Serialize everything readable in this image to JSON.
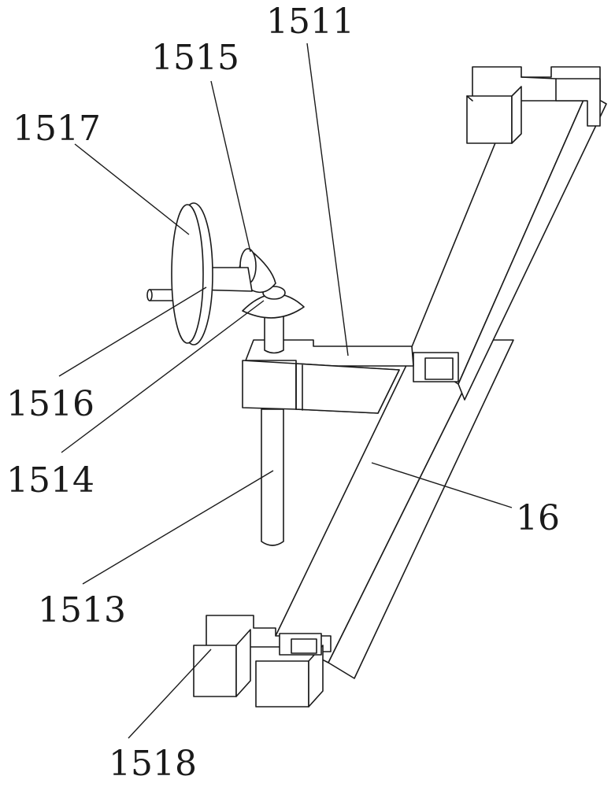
{
  "labels": {
    "l1511": "1511",
    "l1515": "1515",
    "l1517": "1517",
    "l1516": "1516",
    "l1514": "1514",
    "l16": "16",
    "l1513": "1513",
    "l1518": "1518"
  },
  "colors": {
    "line": "#1a1a1a",
    "background": "#ffffff"
  }
}
